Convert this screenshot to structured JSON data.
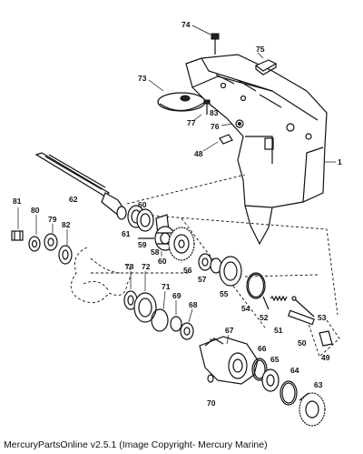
{
  "caption": "MercuryPartsOnline v2.5.1 (Image Copyright- Mercury Marine)",
  "labels": {
    "n1": "1",
    "n48": "48",
    "n49": "49",
    "n50": "50",
    "n51": "51",
    "n52": "52",
    "n53": "53",
    "n54": "54",
    "n55": "55",
    "n56": "56",
    "n57": "57",
    "n58": "58",
    "n59": "59",
    "n60a": "60",
    "n60b": "60",
    "n61": "61",
    "n62": "62",
    "n63": "63",
    "n64": "64",
    "n65": "65",
    "n66": "66",
    "n67": "67",
    "n68": "68",
    "n69": "69",
    "n70": "70",
    "n71": "71",
    "n72": "72",
    "n73": "73",
    "n74": "74",
    "n75": "75",
    "n76": "76",
    "n77": "77",
    "n78": "78",
    "n79": "79",
    "n80": "80",
    "n81": "81",
    "n82": "82",
    "n83": "83"
  }
}
